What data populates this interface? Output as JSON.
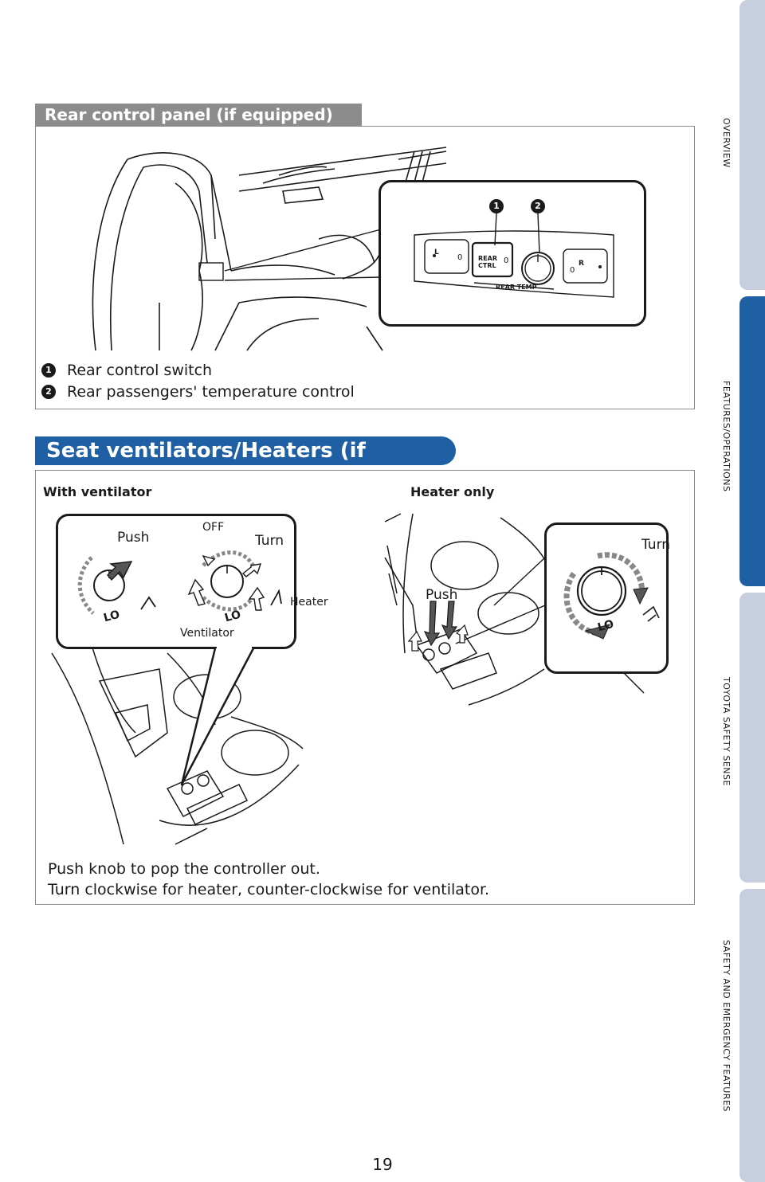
{
  "side_tabs": [
    {
      "label": "OVERVIEW",
      "active": false
    },
    {
      "label": "FEATURES/OPERATIONS",
      "active": true
    },
    {
      "label": "TOYOTA SAFETY SENSE",
      "active": false
    },
    {
      "label": "SAFETY AND EMERGENCY FEATURES",
      "active": false
    }
  ],
  "colors": {
    "accent": "#1f5fa3",
    "tab_inactive": "#c7cfdf",
    "header_gray": "#8c8c8c"
  },
  "section1": {
    "title": "Rear control panel (if equipped)",
    "panel_labels": {
      "rear_ctrl": "REAR\nCTRL",
      "rear_temp": "REAR TEMP",
      "left": "L",
      "right": "R",
      "zero": "0"
    },
    "legend": [
      {
        "marker": "1",
        "text": "Rear control switch"
      },
      {
        "marker": "2",
        "text": "Rear passengers' temperature control"
      }
    ]
  },
  "section2": {
    "title": "Seat ventilators/Heaters (if equipped)",
    "left_heading": "With ventilator",
    "right_heading": "Heater only",
    "left_callouts": {
      "push": "Push",
      "off": "OFF",
      "turn": "Turn",
      "heater": "Heater",
      "ventilator": "Ventilator",
      "lo": "LO"
    },
    "right_callouts": {
      "push": "Push",
      "turn": "Turn",
      "lo": "LO"
    },
    "caption_line1": "Push knob to pop the controller out.",
    "caption_line2": "Turn clockwise for heater, counter-clockwise for ventilator."
  },
  "page_number": "19"
}
